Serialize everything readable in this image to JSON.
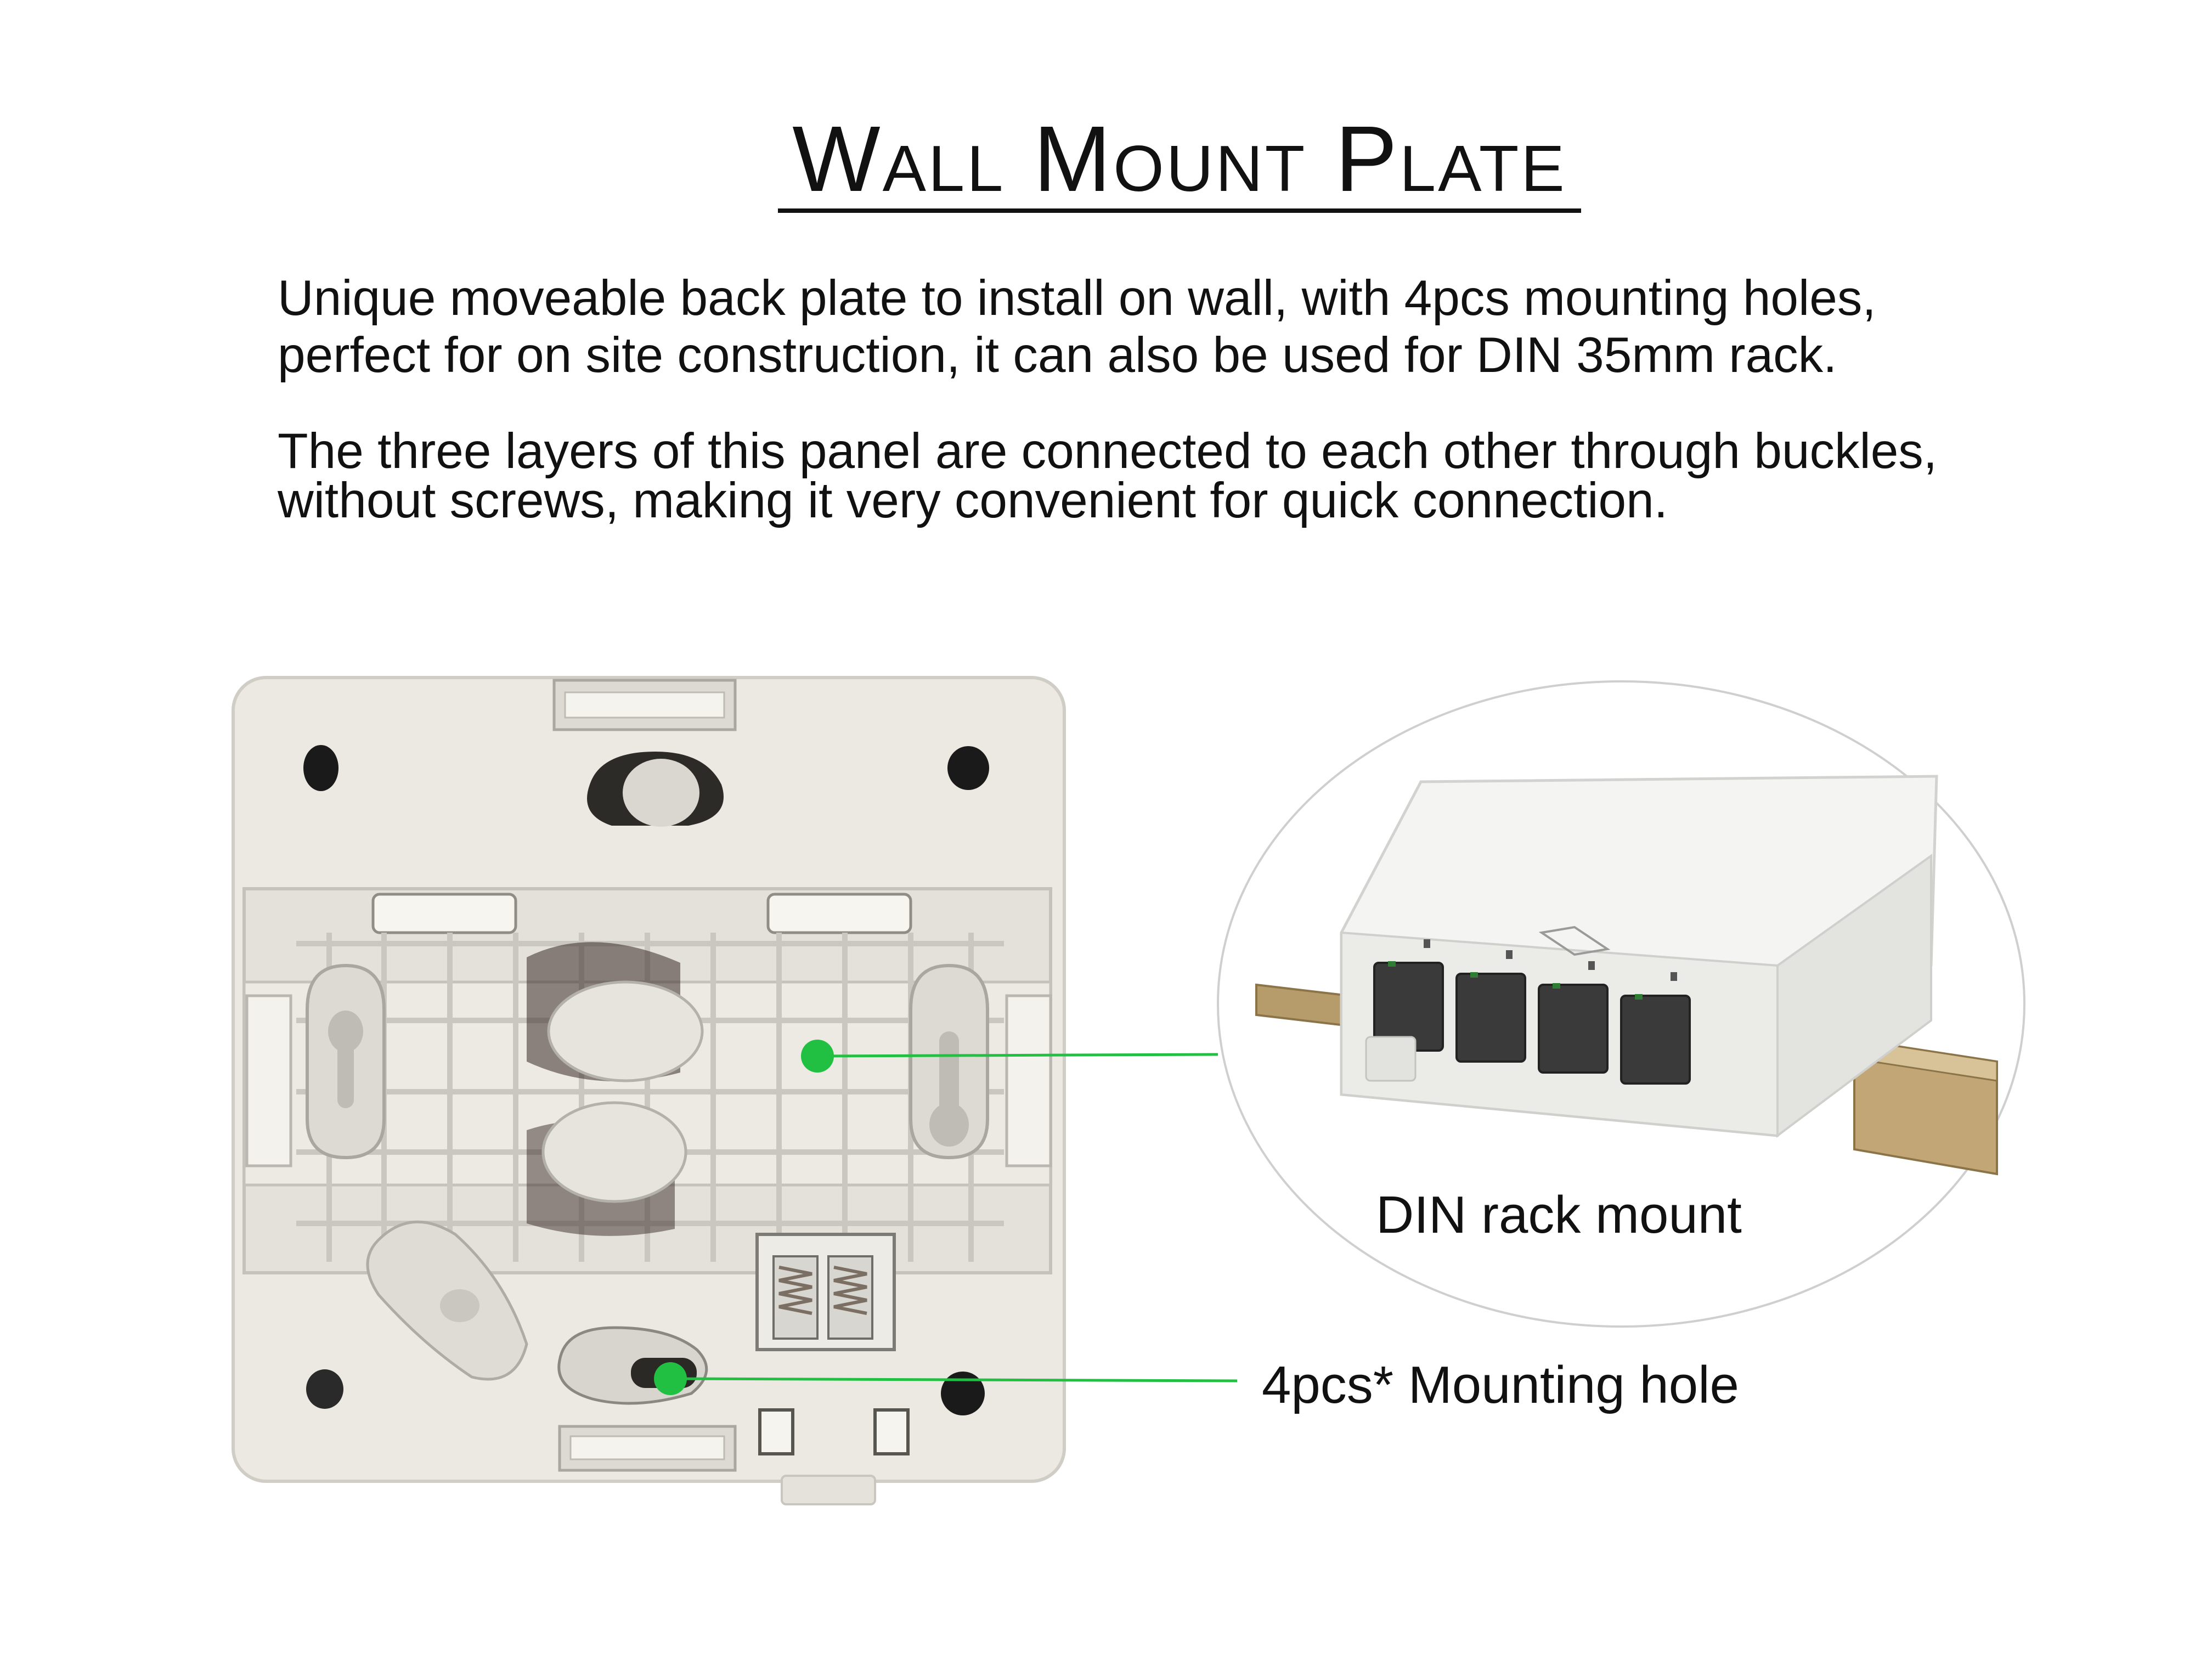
{
  "title": "Wall Mount Plate",
  "paragraph1": [
    "Unique moveable back plate to install on wall, with 4pcs mounting holes,",
    "perfect for on site construction, it can also be used for DIN 35mm rack."
  ],
  "paragraph2": [
    "The three layers of this panel are connected to each other through buckles,",
    "without screws, making it very convenient for quick connection."
  ],
  "callouts": {
    "din_rack": "DIN rack mount",
    "mounting_hole": "4pcs* Mounting hole"
  },
  "colors": {
    "accent_green": "#22c042",
    "plate": "#e9e7e0",
    "text": "#111111"
  }
}
